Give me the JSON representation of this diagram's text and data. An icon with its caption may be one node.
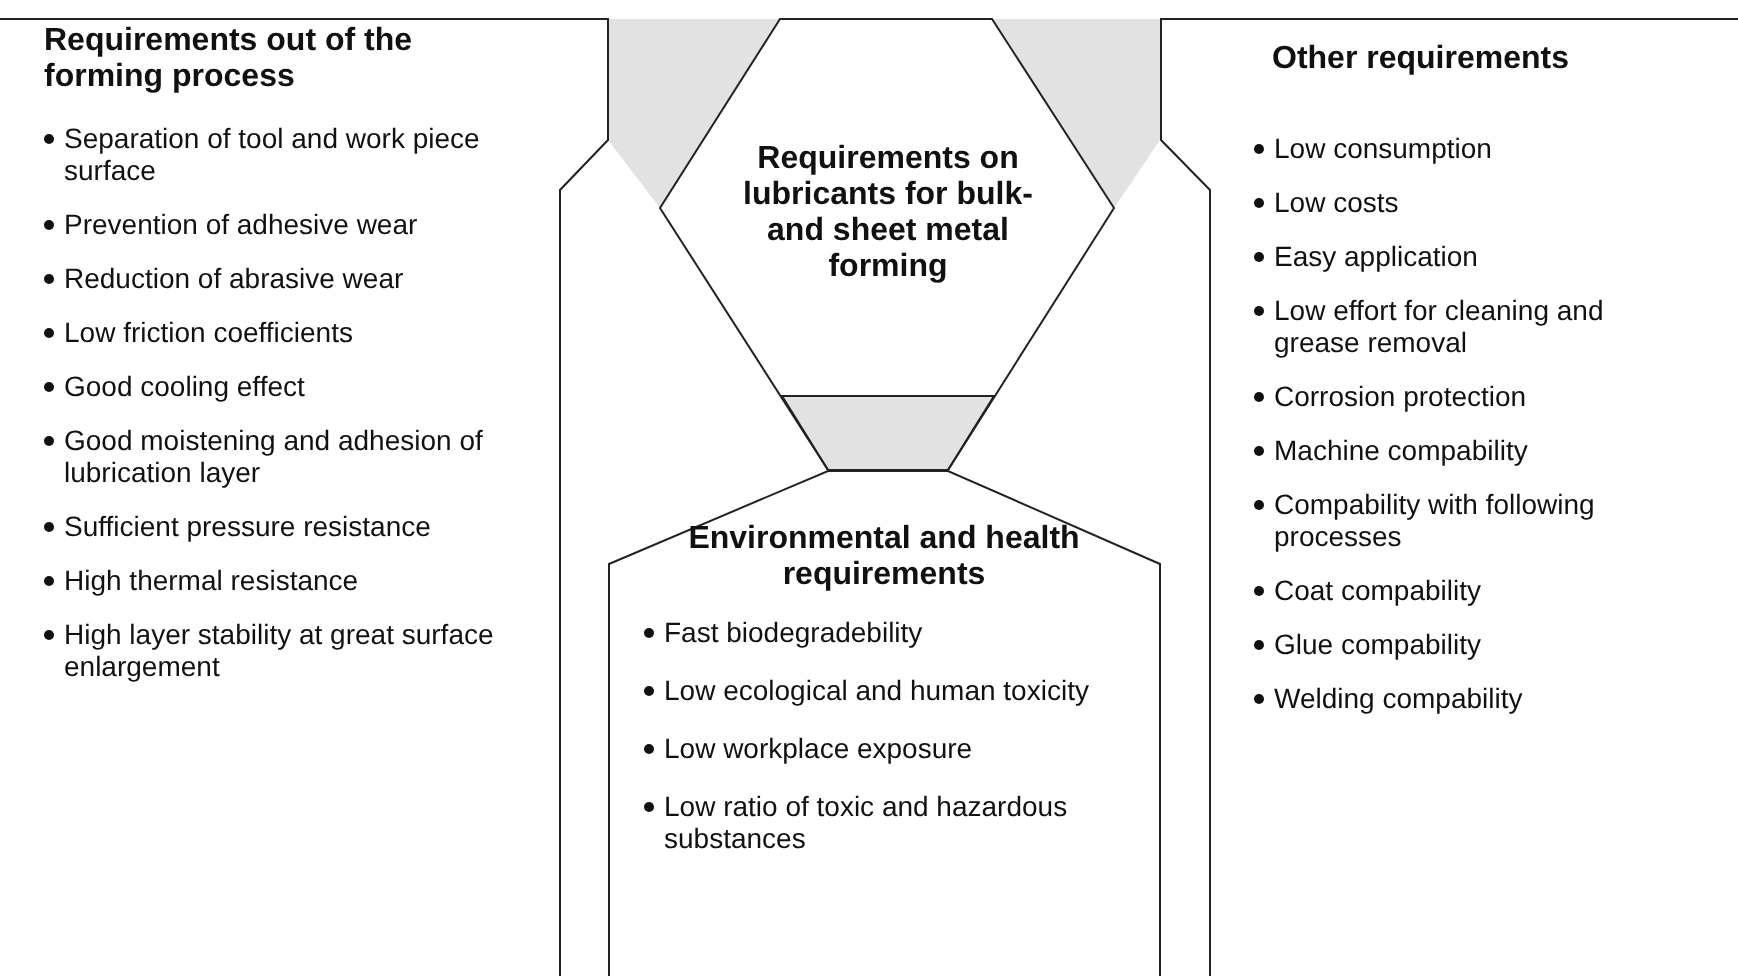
{
  "diagram": {
    "nodes": [
      {
        "text": [
          "Requirements out of the forming process",
          "Separation of tool and work piece surface",
          "Prevention of adhesive wear",
          "Reduction of abrasive wear",
          "Low friction coefficients",
          "Good cooling effect",
          "Good moistening and adhesion of lubrication layer",
          "Sufficient pressure resistance",
          "High thermal resistance",
          "High layer stability at great surface enlargement"
        ]
      },
      {
        "text": [
          "Requirements on lubricants for bulk- and sheet metal forming"
        ]
      },
      {
        "text": [
          "Environmental and health requirements",
          "Fast biodegradebility",
          "Low ecological and human toxicity",
          "Low workplace exposure",
          "Low ratio of toxic and hazardous substances"
        ]
      },
      {
        "text": [
          "Other requirements",
          "Low consumption",
          "Low costs",
          "Easy application",
          "Low effort for cleaning and grease removal",
          "Corrosion protection",
          "Machine compability",
          "Compability with following processes",
          "Coat compability",
          "Glue compability",
          "Welding compability"
        ]
      }
    ]
  }
}
